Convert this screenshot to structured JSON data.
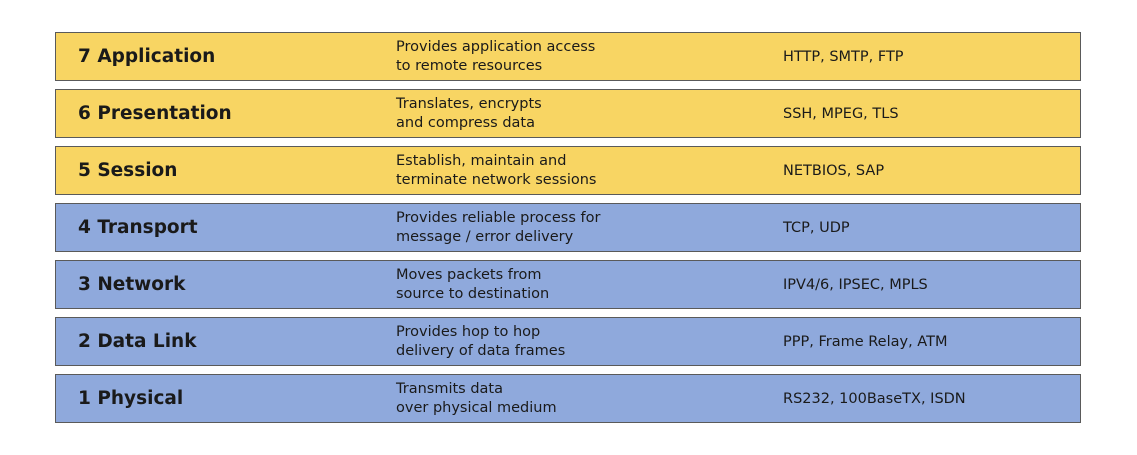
{
  "colors": {
    "upper_layers": "#f8d563",
    "lower_layers": "#8fa9dc",
    "border": "#5a5a5a"
  },
  "layers": [
    {
      "name": "7 Application",
      "desc_line1": "Provides application access",
      "desc_line2": "to remote resources",
      "protocols": "HTTP, SMTP, FTP"
    },
    {
      "name": "6 Presentation",
      "desc_line1": "Translates, encrypts",
      "desc_line2": "and compress data",
      "protocols": "SSH, MPEG, TLS"
    },
    {
      "name": "5 Session",
      "desc_line1": "Establish, maintain and",
      "desc_line2": "terminate network sessions",
      "protocols": "NETBIOS, SAP"
    },
    {
      "name": "4 Transport",
      "desc_line1": "Provides reliable process for",
      "desc_line2": "message / error delivery",
      "protocols": "TCP, UDP"
    },
    {
      "name": "3 Network",
      "desc_line1": "Moves packets from",
      "desc_line2": "source to destination",
      "protocols": "IPV4/6, IPSEC, MPLS"
    },
    {
      "name": "2 Data Link",
      "desc_line1": "Provides hop to hop",
      "desc_line2": "delivery of data frames",
      "protocols": "PPP, Frame Relay, ATM"
    },
    {
      "name": "1 Physical",
      "desc_line1": "Transmits data",
      "desc_line2": "over physical medium",
      "protocols": "RS232, 100BaseTX, ISDN"
    }
  ]
}
